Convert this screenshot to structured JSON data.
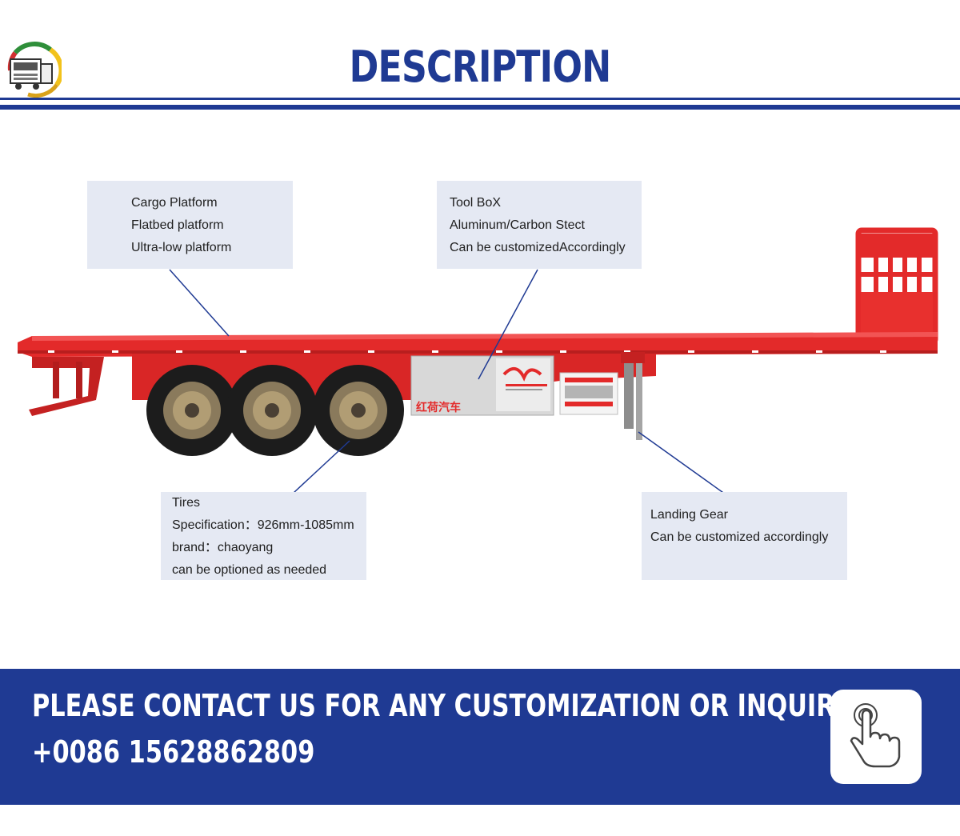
{
  "header": {
    "title": "DESCRIPTION"
  },
  "callouts": {
    "cargo": [
      "Cargo Platform",
      "Flatbed platform",
      "Ultra-low platform"
    ],
    "toolbox": [
      "Tool BoX",
      "Aluminum/Carbon Stect",
      "Can be customizedAccordingly"
    ],
    "tires": [
      "Tires",
      "Specification：926mm-1085mm",
      "brand：chaoyang",
      "can be optioned as needed"
    ],
    "landing_gear": [
      "Landing Gear",
      "Can be customized accordingly"
    ]
  },
  "trailer": {
    "toolbox_brand": "红荷汽车"
  },
  "footer": {
    "contact_heading": "PLEASE CONTACT US FOR ANY CUSTOMIZATION OR INQUIRIES",
    "phone": "+0086 15628862809"
  },
  "icons": {
    "logo": "truck-logo-icon",
    "contact": "touch-hand-icon"
  },
  "colors": {
    "brand_blue": "#1f3a93",
    "trailer_red": "#e32a2a",
    "callout_bg": "#e5e9f3"
  }
}
